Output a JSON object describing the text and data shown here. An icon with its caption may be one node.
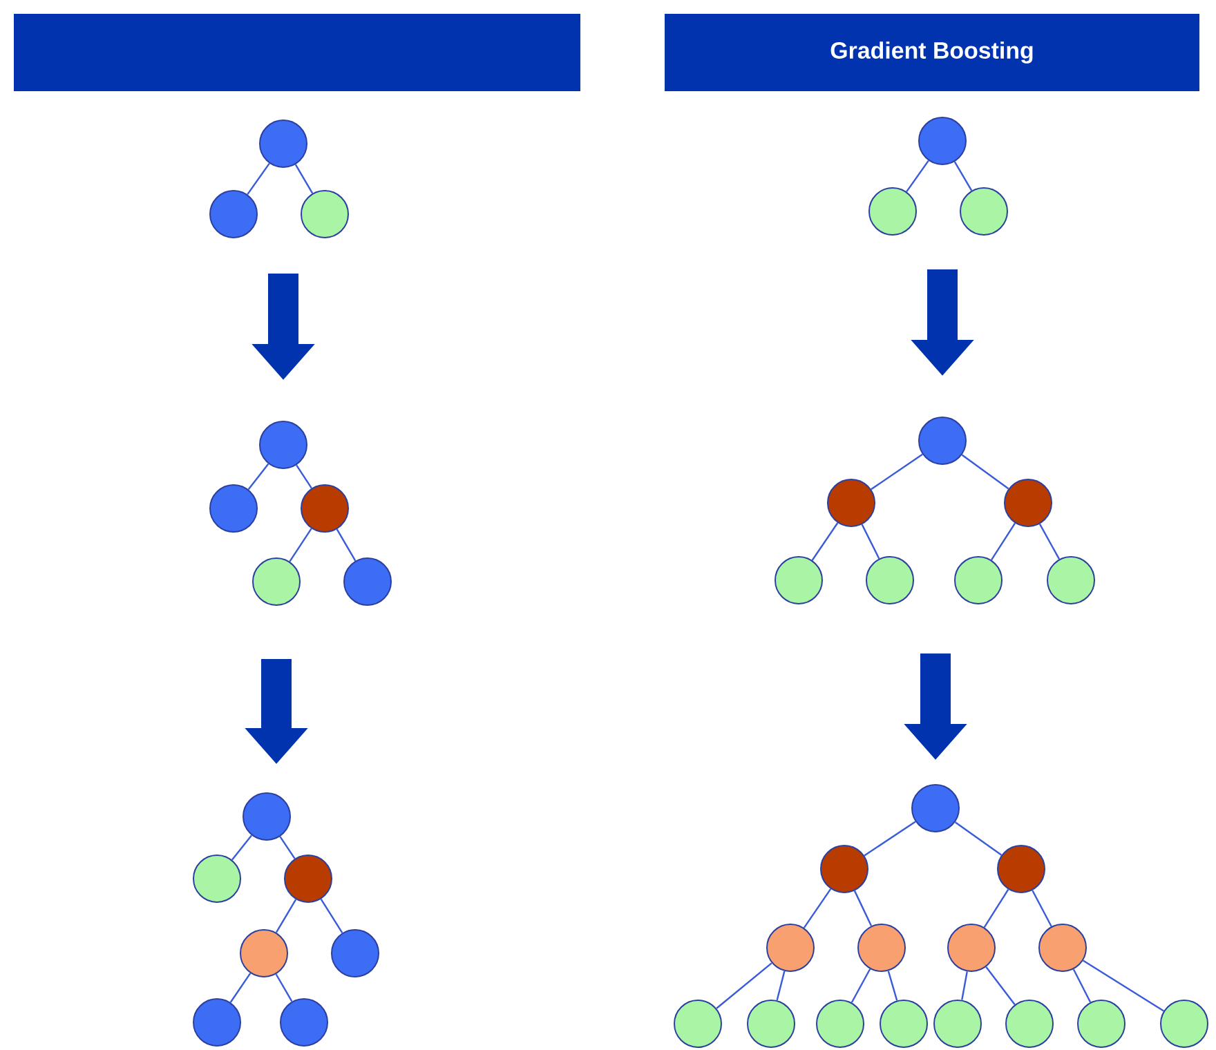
{
  "diagram": {
    "nodes": [
      {
        "text": [],
        "shape": "box"
      },
      {
        "text": [
          "Gradient Boosting"
        ]
      },
      {
        "text": [],
        "shape": "circle"
      },
      {
        "text": [],
        "shape": "circle"
      },
      {
        "text": [],
        "shape": "circle"
      },
      {
        "text": [],
        "shape": "circle"
      },
      {
        "text": [],
        "shape": "circle"
      },
      {
        "text": [],
        "shape": "circle"
      },
      {
        "text": [],
        "shape": "circle"
      },
      {
        "text": [],
        "shape": "circle"
      },
      {
        "text": [],
        "shape": "circle"
      },
      {
        "text": [],
        "shape": "circle"
      },
      {
        "text": [],
        "shape": "circle"
      },
      {
        "text": [],
        "shape": "circle"
      },
      {
        "text": [],
        "shape": "circle"
      },
      {
        "text": [],
        "shape": "circle"
      },
      {
        "text": [],
        "shape": "circle"
      },
      {
        "text": [],
        "shape": "circle"
      },
      {
        "text": [],
        "shape": "circle"
      },
      {
        "text": [],
        "shape": "circle"
      },
      {
        "text": [],
        "shape": "circle"
      },
      {
        "text": [],
        "shape": "circle"
      },
      {
        "text": [],
        "shape": "circle"
      },
      {
        "text": [],
        "shape": "circle"
      },
      {
        "text": [],
        "shape": "circle"
      },
      {
        "text": [],
        "shape": "circle"
      },
      {
        "text": [],
        "shape": "circle"
      },
      {
        "text": [],
        "shape": "circle"
      },
      {
        "text": [],
        "shape": "circle"
      },
      {
        "text": [],
        "shape": "circle"
      },
      {
        "text": [],
        "shape": "circle"
      },
      {
        "text": [],
        "shape": "circle"
      },
      {
        "text": [],
        "shape": "circle"
      },
      {
        "text": [],
        "shape": "circle"
      },
      {
        "text": [],
        "shape": "circle"
      },
      {
        "text": [],
        "shape": "circle"
      },
      {
        "text": [],
        "shape": "circle"
      },
      {
        "text": [],
        "shape": "circle"
      },
      {
        "text": [],
        "shape": "circle"
      },
      {
        "text": [],
        "shape": "circle"
      },
      {
        "text": [],
        "shape": "circle"
      },
      {
        "text": [],
        "shape": "circle"
      }
    ],
    "edges": [
      {
        "from": 2,
        "to": 3,
        "arrow": "none"
      },
      {
        "from": 2,
        "to": 4,
        "arrow": "none"
      },
      {
        "from": 5,
        "to": 6,
        "arrow": "none"
      },
      {
        "from": 5,
        "to": 7,
        "arrow": "none"
      },
      {
        "from": 8,
        "to": 9,
        "arrow": "none"
      },
      {
        "from": 8,
        "to": 10,
        "arrow": "none"
      },
      {
        "from": 10,
        "to": 11,
        "arrow": "none"
      },
      {
        "from": 10,
        "to": 12,
        "arrow": "none"
      },
      {
        "from": 13,
        "to": 14,
        "arrow": "none"
      },
      {
        "from": 13,
        "to": 15,
        "arrow": "none"
      },
      {
        "from": 14,
        "to": 16,
        "arrow": "none"
      },
      {
        "from": 14,
        "to": 17,
        "arrow": "none"
      },
      {
        "from": 15,
        "to": 18,
        "arrow": "none"
      },
      {
        "from": 15,
        "to": 19,
        "arrow": "none"
      },
      {
        "from": 20,
        "to": 21,
        "arrow": "none"
      },
      {
        "from": 20,
        "to": 22,
        "arrow": "none"
      },
      {
        "from": 22,
        "to": 23,
        "arrow": "none"
      },
      {
        "from": 22,
        "to": 24,
        "arrow": "none"
      },
      {
        "from": 23,
        "to": 25,
        "arrow": "none"
      },
      {
        "from": 23,
        "to": 26,
        "arrow": "none"
      },
      {
        "from": 27,
        "to": 28,
        "arrow": "none"
      },
      {
        "from": 27,
        "to": 29,
        "arrow": "none"
      },
      {
        "from": 28,
        "to": 30,
        "arrow": "none"
      },
      {
        "from": 28,
        "to": 31,
        "arrow": "none"
      },
      {
        "from": 29,
        "to": 32,
        "arrow": "none"
      },
      {
        "from": 29,
        "to": 33,
        "arrow": "none"
      },
      {
        "from": 30,
        "to": 34,
        "arrow": "none"
      },
      {
        "from": 30,
        "to": 35,
        "arrow": "none"
      },
      {
        "from": 31,
        "to": 36,
        "arrow": "none"
      },
      {
        "from": 31,
        "to": 37,
        "arrow": "none"
      },
      {
        "from": 32,
        "to": 38,
        "arrow": "none"
      },
      {
        "from": 32,
        "to": 39,
        "arrow": "none"
      },
      {
        "from": 33,
        "to": 40,
        "arrow": "none"
      },
      {
        "from": 33,
        "to": 41,
        "arrow": "none"
      },
      {
        "from": 4,
        "to": 8,
        "arrow": "to",
        "style": "thick"
      },
      {
        "from": 7,
        "to": 13,
        "arrow": "to",
        "style": "thick"
      },
      {
        "from": 11,
        "to": 20,
        "arrow": "to",
        "style": "thick"
      },
      {
        "from": 17,
        "to": 27,
        "arrow": "to",
        "style": "thick"
      }
    ]
  }
}
